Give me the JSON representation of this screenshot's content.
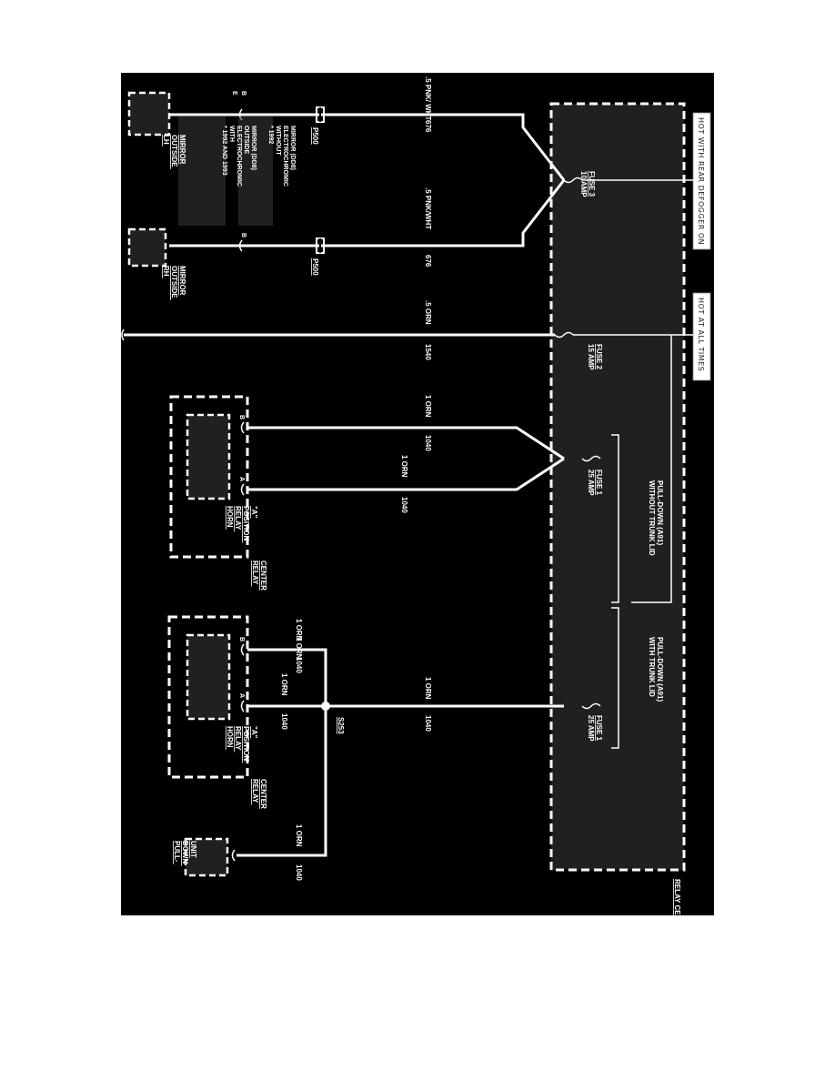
{
  "hot_labels": {
    "rear_defogger": "HOT WITH REAR DEFOGGER ON",
    "all_times": "HOT AT ALL TIMES"
  },
  "relay_center_label": "RELAY CENTER",
  "fuses": {
    "fuse3": "FUSE 3",
    "fuse3_amp": "10 AMP",
    "fuse2": "FUSE 2",
    "fuse2_amp": "15 AMP",
    "fuse1_a": "FUSE 1",
    "fuse1_a_amp": "25 AMP",
    "fuse1_b": "FUSE 1",
    "fuse1_b_amp": "25 AMP"
  },
  "brackets": {
    "without": "WITHOUT TRUNK LID PULL-DOWN (A91)",
    "with": "WITH TRUNK LID PULL-DOWN (A91)"
  },
  "wires": {
    "lh_color": ".5 PNK/ WHT",
    "lh_circuit": "676",
    "rh_color": ".5 PNK/WHT",
    "rh_circuit": "676",
    "orn_color": ".5 ORN",
    "orn_circuit": "1540",
    "a_upper_color": "1 ORN",
    "a_upper_circuit": "1040",
    "a_lower_color": "1 ORN",
    "a_lower_circuit": "1040",
    "b_stub_color": "1 ORN",
    "b_upper_color": "1 ORN",
    "b_upper_circuit": "1040",
    "b_mid_color": "1 ORN",
    "b_mid_circuit": "1040",
    "b_lower_color": "1 ORN",
    "b_lower_circuit": "1040",
    "pd_color": "1 ORN",
    "pd_circuit": "1040"
  },
  "connectors": {
    "lh_p500": "P500",
    "rh_p500": "P500",
    "lh_pin_b": "B",
    "lh_pin_e": "E",
    "rh_pin_b": "B",
    "a_pin_b": "B",
    "a_pin_a": "A",
    "b_pin_b": "B",
    "b_pin_a": "A"
  },
  "splice": "S253",
  "notes": {
    "without": "* 1992 WITHOUT ELECTROCHROMIC MIRROR (DD8)",
    "with": "* 1992 AND 1993 WITH ELECTROCHROMIC OUTSIDE MIRROR (DD8)"
  },
  "components": {
    "lh_mirror": "LH OUTSIDE MIRROR",
    "rh_mirror": "RH OUTSIDE MIRROR",
    "horn_relay_a": "HORN RELAY POSITION \"A\"",
    "horn_relay_b": "HORN RELAY POSITION \"A\"",
    "relay_center_a": "RELAY CENTER",
    "relay_center_b": "RELAY CENTER",
    "pulldown": "PULL- DOWN UNIT"
  },
  "colors": {
    "background": "#000000",
    "foreground": "#ffffff"
  }
}
